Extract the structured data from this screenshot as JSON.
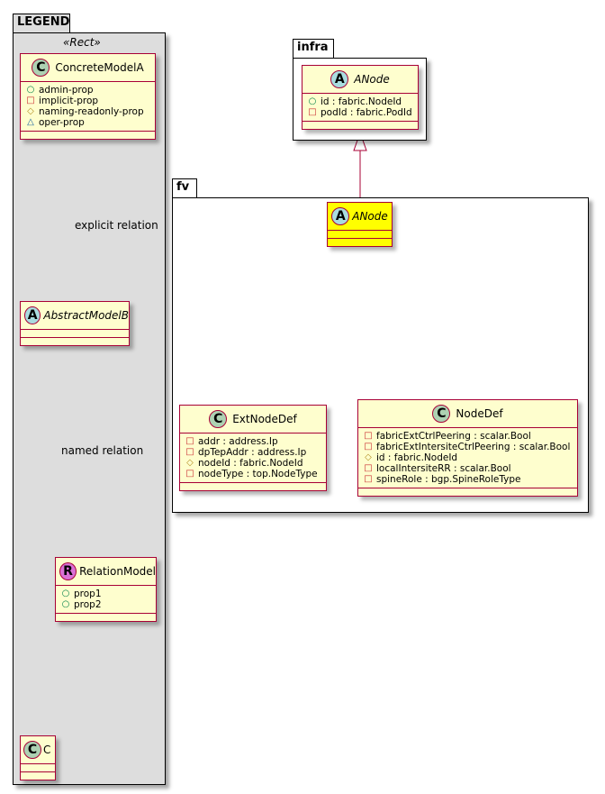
{
  "legend": {
    "package_name": "LEGEND",
    "stereotype": "«Rect»",
    "concrete": {
      "spot": "C",
      "name": "ConcreteModelA",
      "attributes": [
        {
          "vis": "○",
          "kind": "public",
          "text": "admin-prop"
        },
        {
          "vis": "□",
          "kind": "private",
          "text": "implicit-prop"
        },
        {
          "vis": "◇",
          "kind": "protected",
          "text": "naming-readonly-prop"
        },
        {
          "vis": "△",
          "kind": "package",
          "text": "oper-prop"
        }
      ]
    },
    "explicit_relation_label": "explicit relation",
    "abstract": {
      "spot": "A",
      "name": "AbstractModelB"
    },
    "named_relation_label": "named relation",
    "relation_model": {
      "spot": "R",
      "name": "RelationModel",
      "attributes": [
        {
          "vis": "○",
          "kind": "public",
          "text": "prop1"
        },
        {
          "vis": "○",
          "kind": "public",
          "text": "prop2"
        }
      ]
    },
    "target": {
      "spot": "C",
      "name": "C"
    }
  },
  "infra": {
    "package_name": "infra",
    "anode": {
      "spot": "A",
      "name": "ANode",
      "attributes": [
        {
          "vis": "○",
          "kind": "public",
          "text": "id : fabric.NodeId"
        },
        {
          "vis": "□",
          "kind": "private",
          "text": "podId : fabric.PodId"
        }
      ]
    }
  },
  "fv": {
    "package_name": "fv",
    "anode": {
      "spot": "A",
      "name": "ANode",
      "highlight_color": "#FFFF00"
    },
    "extnodedef": {
      "spot": "C",
      "name": "ExtNodeDef",
      "attributes": [
        {
          "vis": "□",
          "kind": "private",
          "text": "addr : address.Ip"
        },
        {
          "vis": "□",
          "kind": "private",
          "text": "dpTepAddr : address.Ip"
        },
        {
          "vis": "◇",
          "kind": "protected",
          "text": "nodeId : fabric.NodeId"
        },
        {
          "vis": "□",
          "kind": "private",
          "text": "nodeType : top.NodeType"
        }
      ]
    },
    "nodedef": {
      "spot": "C",
      "name": "NodeDef",
      "attributes": [
        {
          "vis": "□",
          "kind": "private",
          "text": "fabricExtCtrlPeering : scalar.Bool"
        },
        {
          "vis": "□",
          "kind": "private",
          "text": "fabricExtIntersiteCtrlPeering : scalar.Bool"
        },
        {
          "vis": "◇",
          "kind": "protected",
          "text": "id : fabric.NodeId"
        },
        {
          "vis": "□",
          "kind": "private",
          "text": "localIntersiteRR : scalar.Bool"
        },
        {
          "vis": "□",
          "kind": "private",
          "text": "spineRole : bgp.SpineRoleType"
        }
      ]
    }
  },
  "colors": {
    "class_fill": "#FEFECE",
    "class_border": "#A80036",
    "legend_fill": "#DDDDDD",
    "highlight": "#FFFF00"
  }
}
